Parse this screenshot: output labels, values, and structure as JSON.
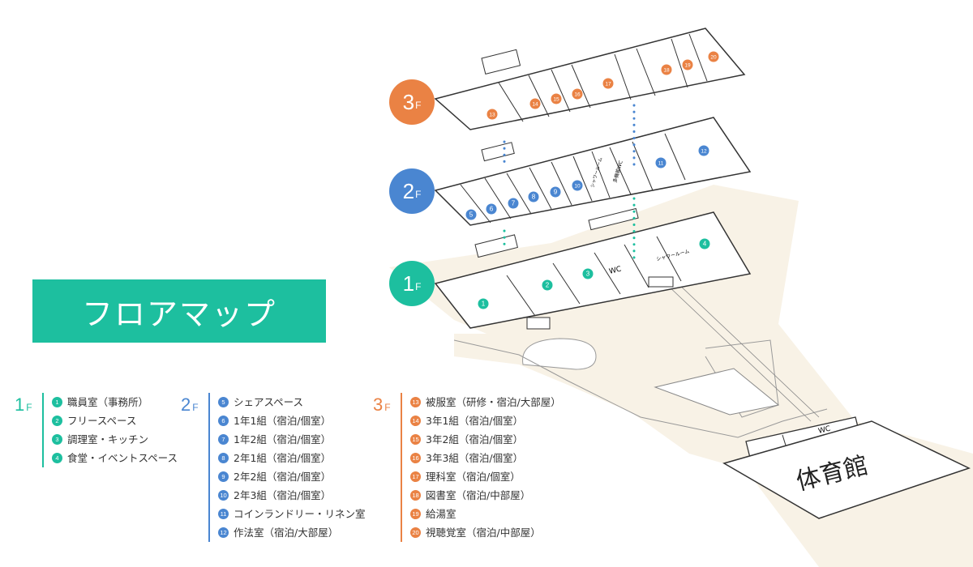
{
  "title": "フロアマップ",
  "colors": {
    "f1": "#1dbf9f",
    "f2": "#4a86d1",
    "f3": "#ea8244",
    "ground": "#f8f2e6"
  },
  "floor_badges": [
    {
      "id": "3F",
      "num": "3",
      "suffix": "F"
    },
    {
      "id": "2F",
      "num": "2",
      "suffix": "F"
    },
    {
      "id": "1F",
      "num": "1",
      "suffix": "F"
    }
  ],
  "map_labels": {
    "wc": "WC",
    "shower": "シャワールーム",
    "accessible_wc": "多機能WC",
    "gym": "体育館"
  },
  "legend": [
    {
      "floor": "1",
      "suffix": "F",
      "items": [
        {
          "n": "1",
          "label": "職員室（事務所）"
        },
        {
          "n": "2",
          "label": "フリースペース"
        },
        {
          "n": "3",
          "label": "調理室・キッチン"
        },
        {
          "n": "4",
          "label": "食堂・イベントスペース"
        }
      ]
    },
    {
      "floor": "2",
      "suffix": "F",
      "items": [
        {
          "n": "5",
          "label": "シェアスペース"
        },
        {
          "n": "6",
          "label": "1年1組（宿泊/個室）"
        },
        {
          "n": "7",
          "label": "1年2組（宿泊/個室）"
        },
        {
          "n": "8",
          "label": "2年1組（宿泊/個室）"
        },
        {
          "n": "9",
          "label": "2年2組（宿泊/個室）"
        },
        {
          "n": "10",
          "label": "2年3組（宿泊/個室）"
        },
        {
          "n": "11",
          "label": "コインランドリー・リネン室"
        },
        {
          "n": "12",
          "label": "作法室（宿泊/大部屋）"
        }
      ]
    },
    {
      "floor": "3",
      "suffix": "F",
      "items": [
        {
          "n": "13",
          "label": "被服室（研修・宿泊/大部屋）"
        },
        {
          "n": "14",
          "label": "3年1組（宿泊/個室）"
        },
        {
          "n": "15",
          "label": "3年2組（宿泊/個室）"
        },
        {
          "n": "16",
          "label": "3年3組（宿泊/個室）"
        },
        {
          "n": "17",
          "label": "理科室（宿泊/個室）"
        },
        {
          "n": "18",
          "label": "図書室（宿泊/中部屋）"
        },
        {
          "n": "19",
          "label": "給湯室"
        },
        {
          "n": "20",
          "label": "視聴覚室（宿泊/中部屋）"
        }
      ]
    }
  ]
}
